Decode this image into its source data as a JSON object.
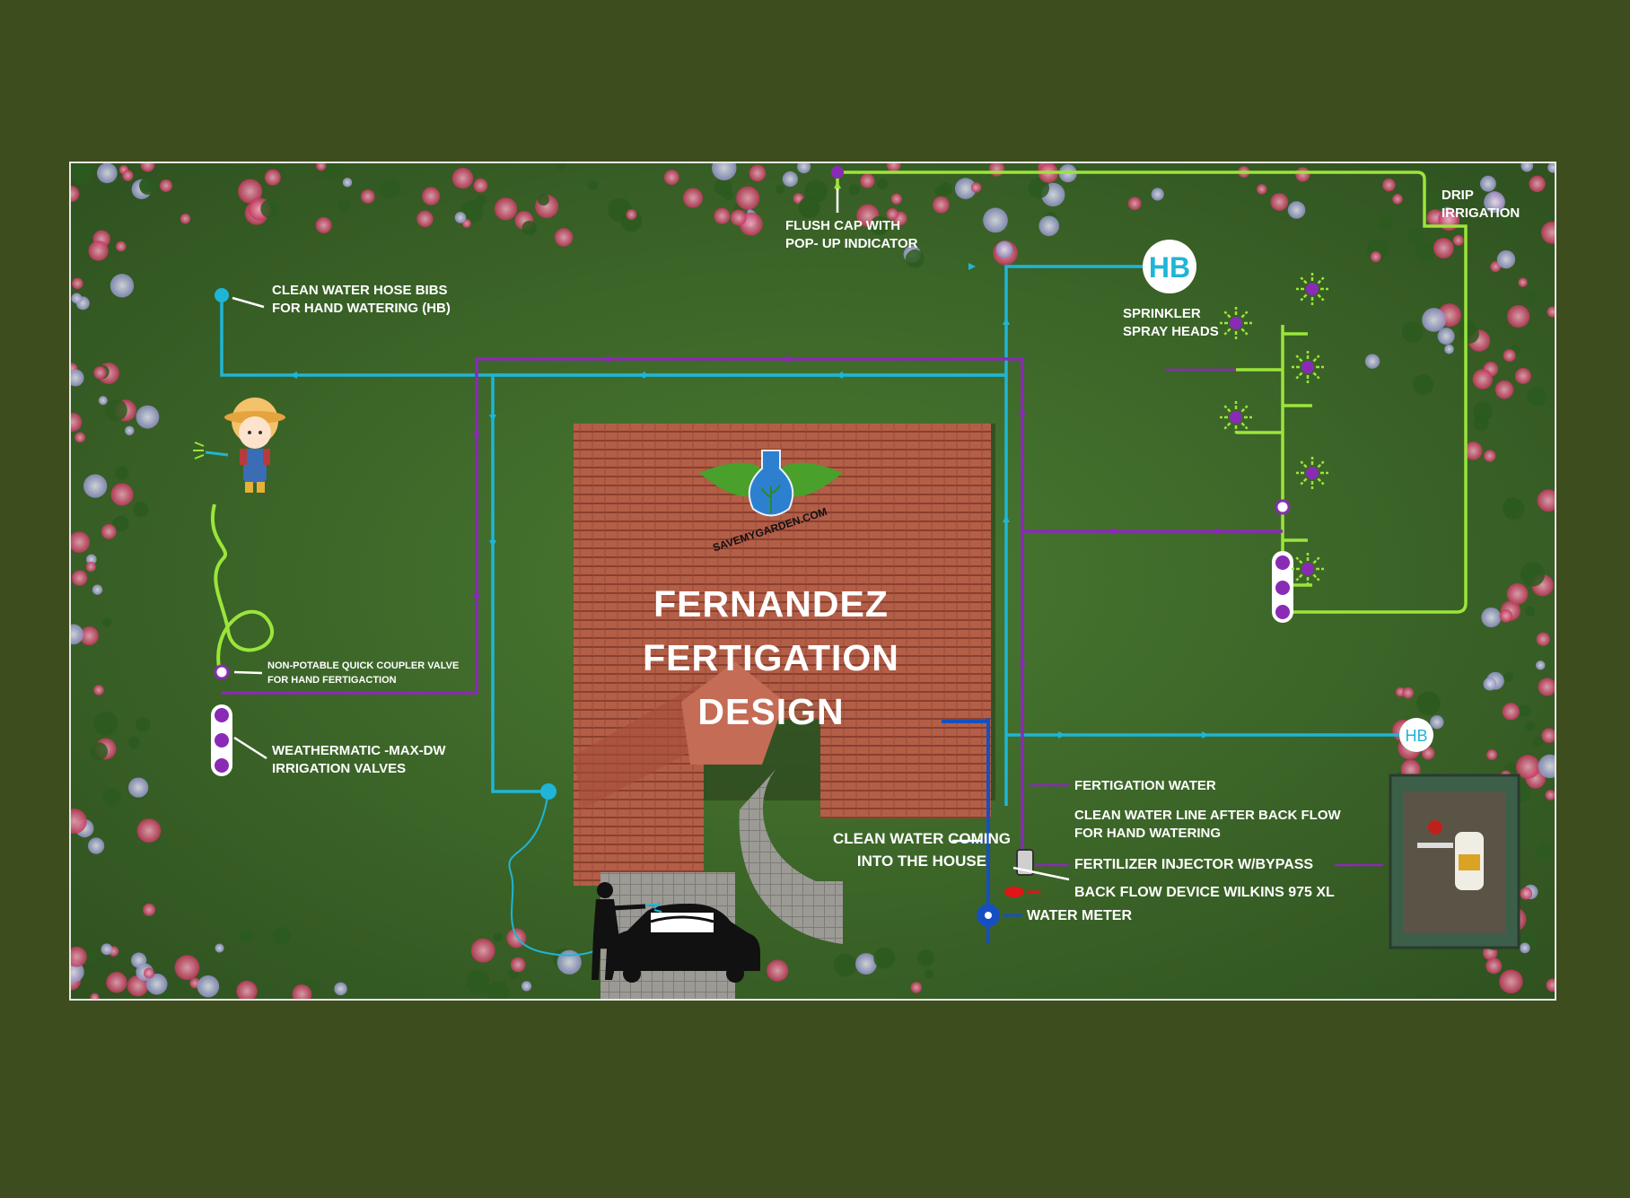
{
  "diagram": {
    "title_lines": [
      "FERNANDEZ",
      "FERTIGATION",
      "DESIGN"
    ],
    "logo_text": "SAVEMYGARDEN.COM",
    "hb_badge_large": "HB",
    "hb_badge_small": "HB",
    "labels": {
      "flush_cap": [
        "FLUSH CAP WITH",
        "POP- UP INDICATOR"
      ],
      "drip_irrigation": [
        "DRIP",
        "IRRIGATION"
      ],
      "hose_bibs": [
        "CLEAN WATER HOSE BIBS",
        "FOR HAND WATERING  (HB)"
      ],
      "sprinkler_heads": [
        "SPRINKLER",
        "SPRAY HEADS"
      ],
      "quick_coupler": [
        "NON-POTABLE QUICK COUPLER VALVE",
        "FOR HAND FERTIGACTION"
      ],
      "irrigation_valves": [
        "WEATHERMATIC -MAX-DW",
        "IRRIGATION VALVES"
      ],
      "fertigation_water": [
        "FERTIGATION WATER"
      ],
      "clean_water_after_backflow": [
        "CLEAN WATER LINE AFTER BACK FLOW",
        "FOR HAND WATERING"
      ],
      "clean_water_coming": [
        "CLEAN WATER COMING",
        "INTO THE HOUSE"
      ],
      "fertilizer_injector": [
        "FERTILIZER INJECTOR  W/BYPASS"
      ],
      "backflow_device": [
        "BACK FLOW DEVICE WILKINS 975 XL"
      ],
      "water_meter": [
        "WATER METER"
      ]
    },
    "colors": {
      "page_background": "#3d4d1d",
      "clean_water_line": "#1fb5d6",
      "fertigation_line": "#8a2bb5",
      "drip_line": "#9be53a",
      "city_supply_line": "#1650c0",
      "backflow_device": "#e01515",
      "lawn": "#3f6a2a",
      "roof": "#b35e47"
    }
  }
}
